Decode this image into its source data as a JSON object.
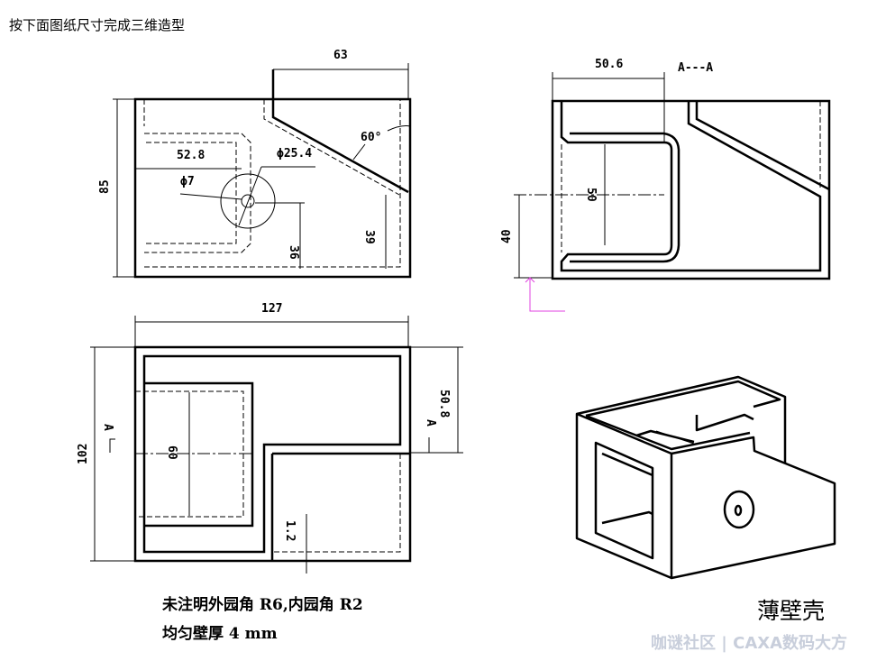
{
  "instruction": "按下面图纸尺寸完成三维造型",
  "top_view": {
    "dims": {
      "width_63": "63",
      "height_85": "85",
      "d_52_8": "52.8",
      "phi7": "ϕ7",
      "phi25_4": "ϕ25.4",
      "angle": "60°",
      "h36": "36",
      "h39": "39"
    }
  },
  "section_view": {
    "title": "A---A",
    "dims": {
      "d50_6": "50.6",
      "d50": "50",
      "d40": "40"
    }
  },
  "plan_view": {
    "dims": {
      "d127": "127",
      "d102": "102",
      "d50_8": "50.8",
      "d60": "60",
      "d1_2": "1.2",
      "section_mark": "A"
    }
  },
  "notes": [
    "未注明外园角 R6,内园角 R2",
    "均匀壁厚 4 mm"
  ],
  "part_label": "薄壁壳",
  "watermark": "咖谜社区 | CAXA数码大方",
  "colors": {
    "axis": "#e040e0"
  }
}
